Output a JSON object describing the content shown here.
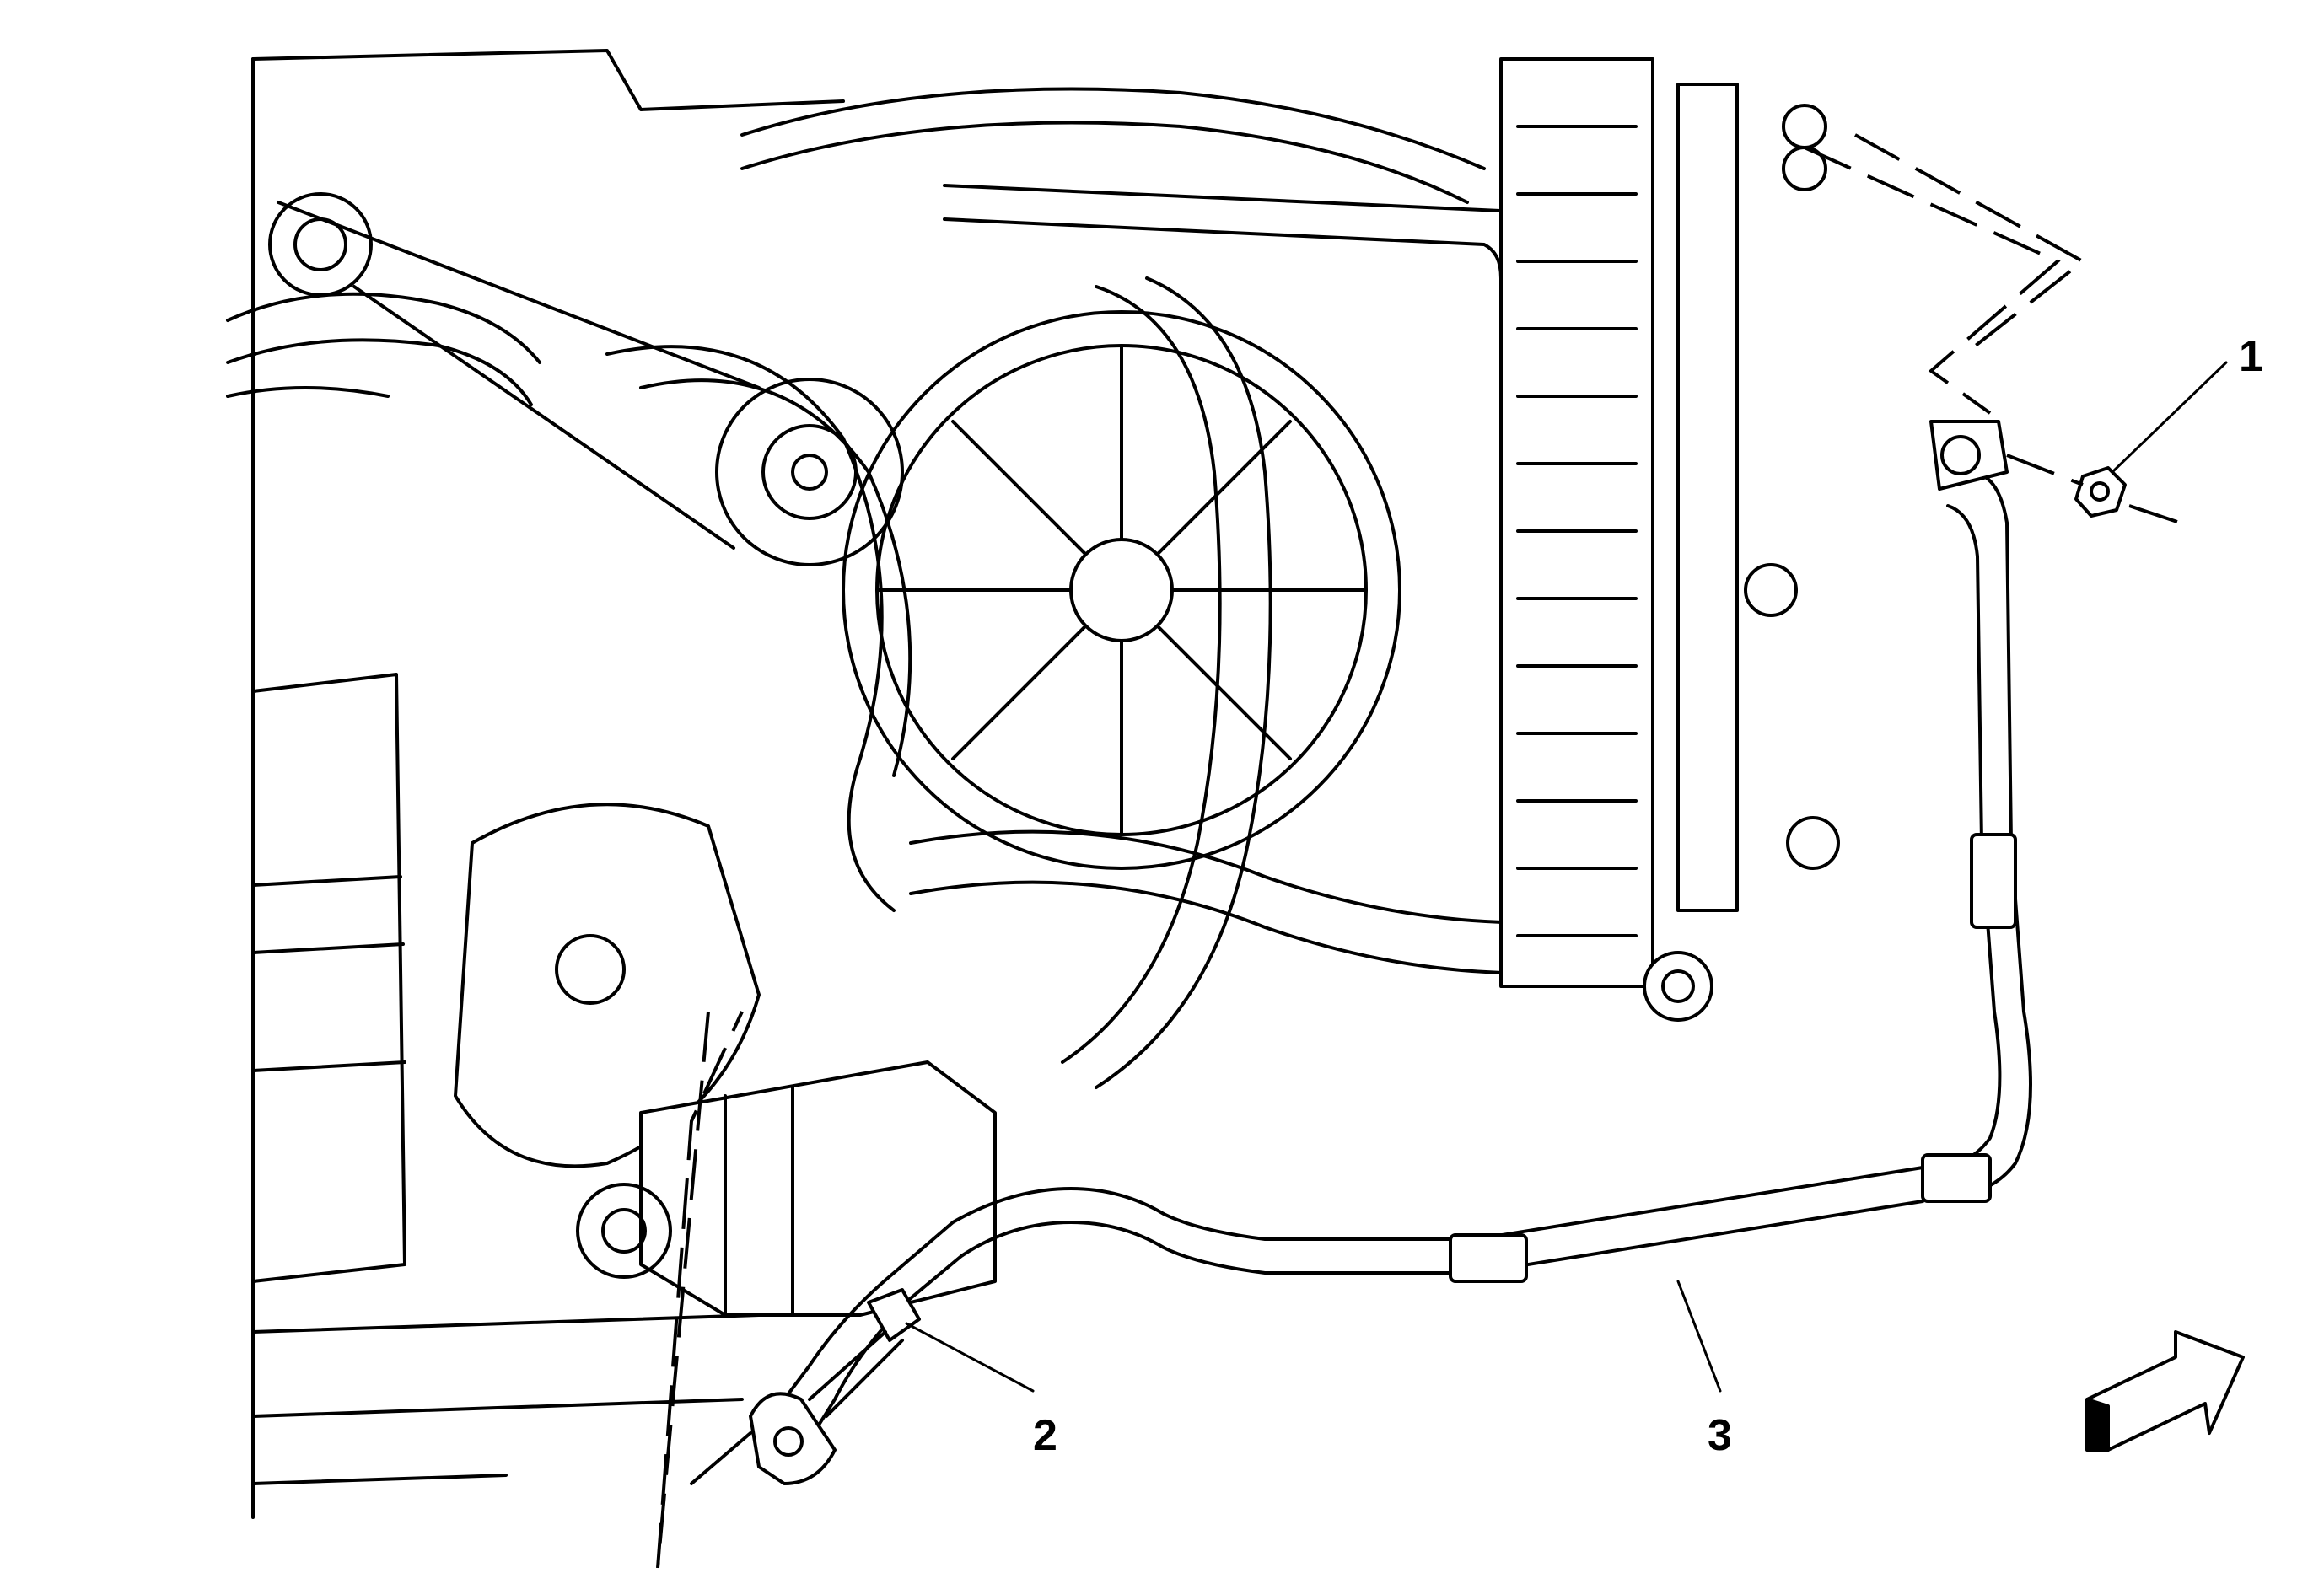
{
  "callouts": {
    "one": "1",
    "two": "2",
    "three": "3"
  },
  "icons": {
    "direction": "front-direction-arrow-icon"
  },
  "colors": {
    "line": "#000000",
    "background": "#ffffff"
  }
}
